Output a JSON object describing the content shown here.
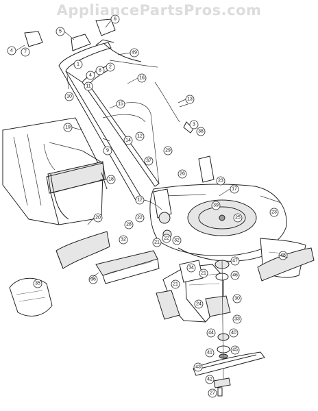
{
  "watermark": "AppliancePartsPros.com",
  "callouts": [
    "1",
    "2",
    "3",
    "4",
    "5",
    "6",
    "7",
    "8",
    "9",
    "10",
    "11",
    "12",
    "13",
    "14",
    "15",
    "16",
    "17",
    "18",
    "19",
    "20",
    "21",
    "22",
    "23",
    "24",
    "25",
    "26",
    "27",
    "28",
    "29",
    "30",
    "32",
    "33",
    "34",
    "35",
    "36",
    "37",
    "38",
    "39",
    "40",
    "41",
    "42",
    "43",
    "44",
    "45",
    "46",
    "47",
    "48",
    "49"
  ]
}
